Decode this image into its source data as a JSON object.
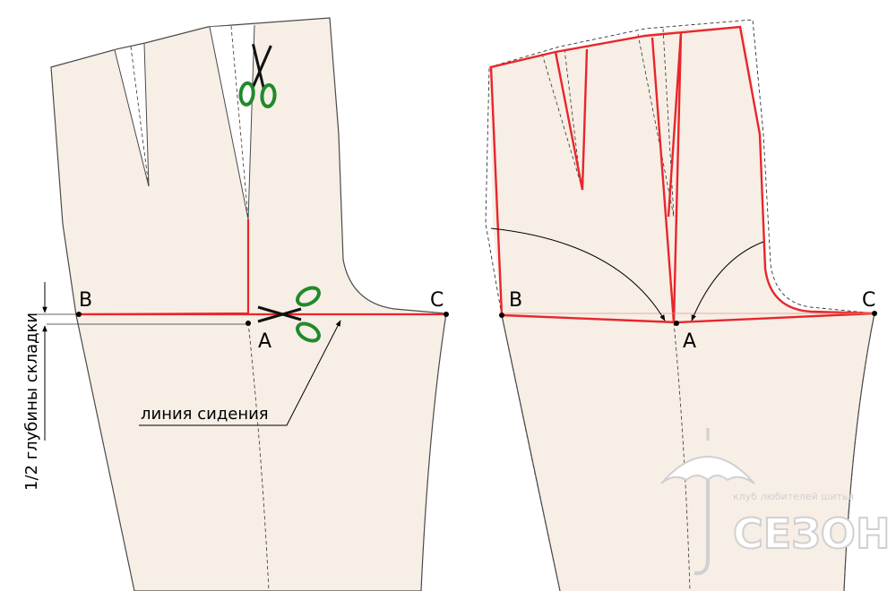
{
  "colors": {
    "fabric": "#f7eee6",
    "outline": "#4a4a4a",
    "cut_line": "#e8262b",
    "guide": "#333333",
    "scissors_green": "#1f8a2a",
    "watermark": "#d0d0d0"
  },
  "left_panel": {
    "label_b": "B",
    "label_c": "C",
    "label_a": "A",
    "seat_line_label": "линия сидения",
    "depth_label": "1/2 глубины складки",
    "icons": [
      "scissors-icon",
      "scissors-icon"
    ]
  },
  "right_panel": {
    "label_b": "B",
    "label_c": "C",
    "label_a": "A"
  },
  "watermark": {
    "club_text": "клуб любителей шитья",
    "brand": "СЕЗОН",
    "icon": "umbrella-logo-icon"
  }
}
